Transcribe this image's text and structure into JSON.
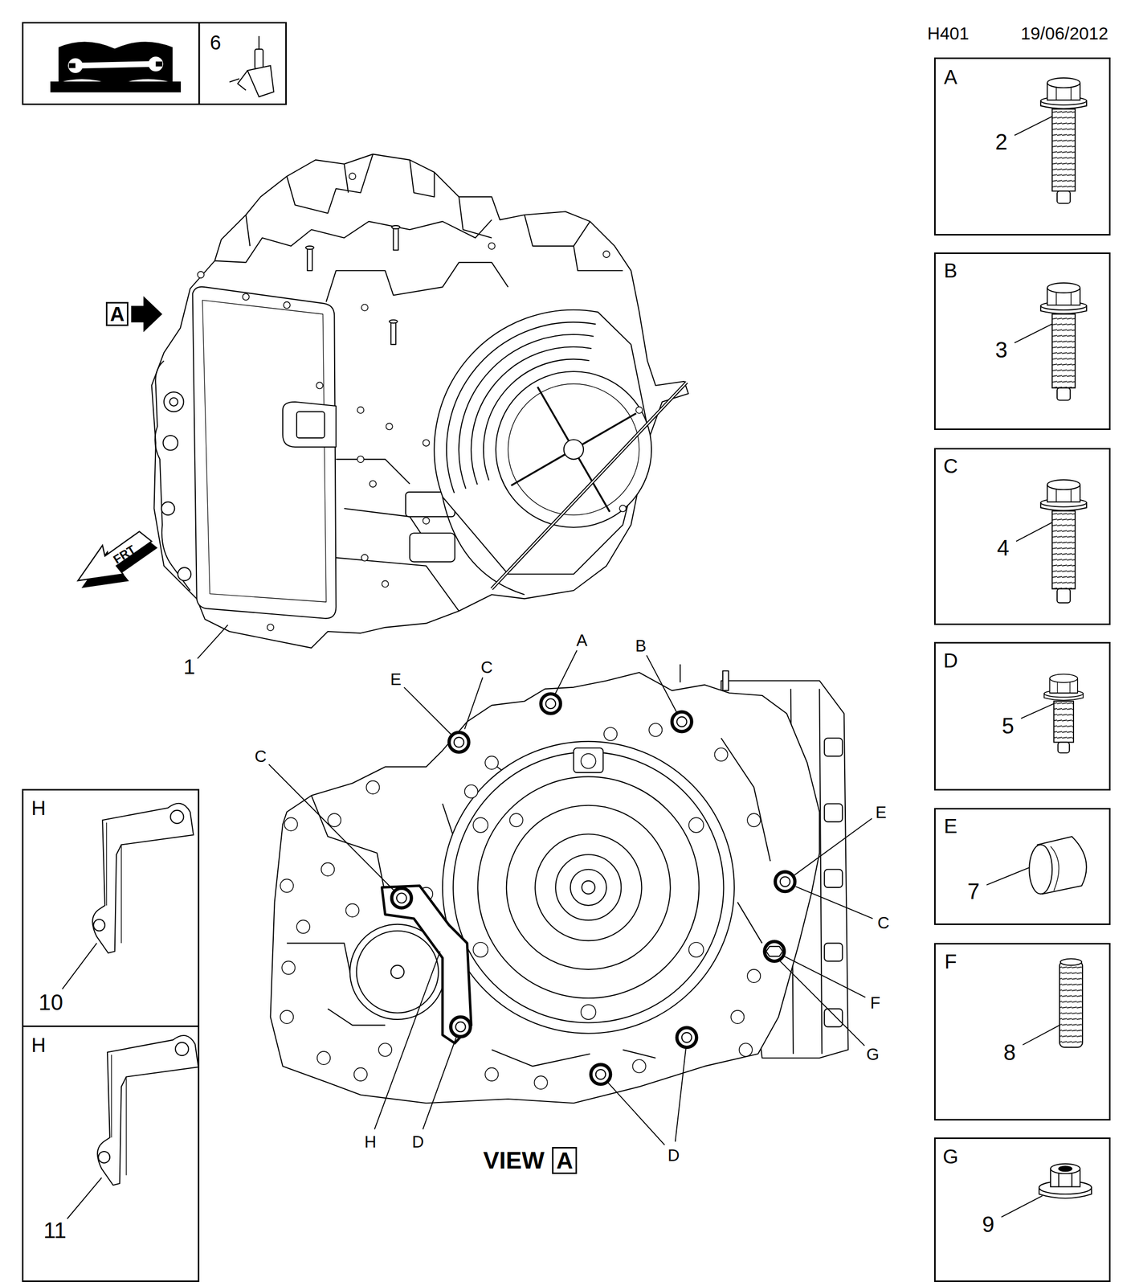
{
  "diagram": {
    "nodes": [
      {
        "text": [
          "6"
        ]
      },
      {
        "text": [
          "A",
          "2"
        ]
      },
      {
        "text": [
          "B",
          "3"
        ]
      },
      {
        "text": [
          "C",
          "4"
        ]
      },
      {
        "text": [
          "D",
          "5"
        ]
      },
      {
        "text": [
          "E",
          "7"
        ]
      },
      {
        "text": [
          "F",
          "8"
        ]
      },
      {
        "text": [
          "G",
          "9"
        ]
      },
      {
        "text": [
          "H",
          "10"
        ]
      },
      {
        "text": [
          "H",
          "11"
        ]
      },
      {
        "text": [
          "A"
        ]
      },
      {
        "text": [
          "A"
        ]
      }
    ],
    "labels": [
      "H401",
      "19/06/2012",
      "1",
      "FRT",
      "A",
      "B",
      "E",
      "C",
      "C",
      "E",
      "C",
      "F",
      "G",
      "H",
      "D",
      "D",
      "VIEW"
    ]
  }
}
